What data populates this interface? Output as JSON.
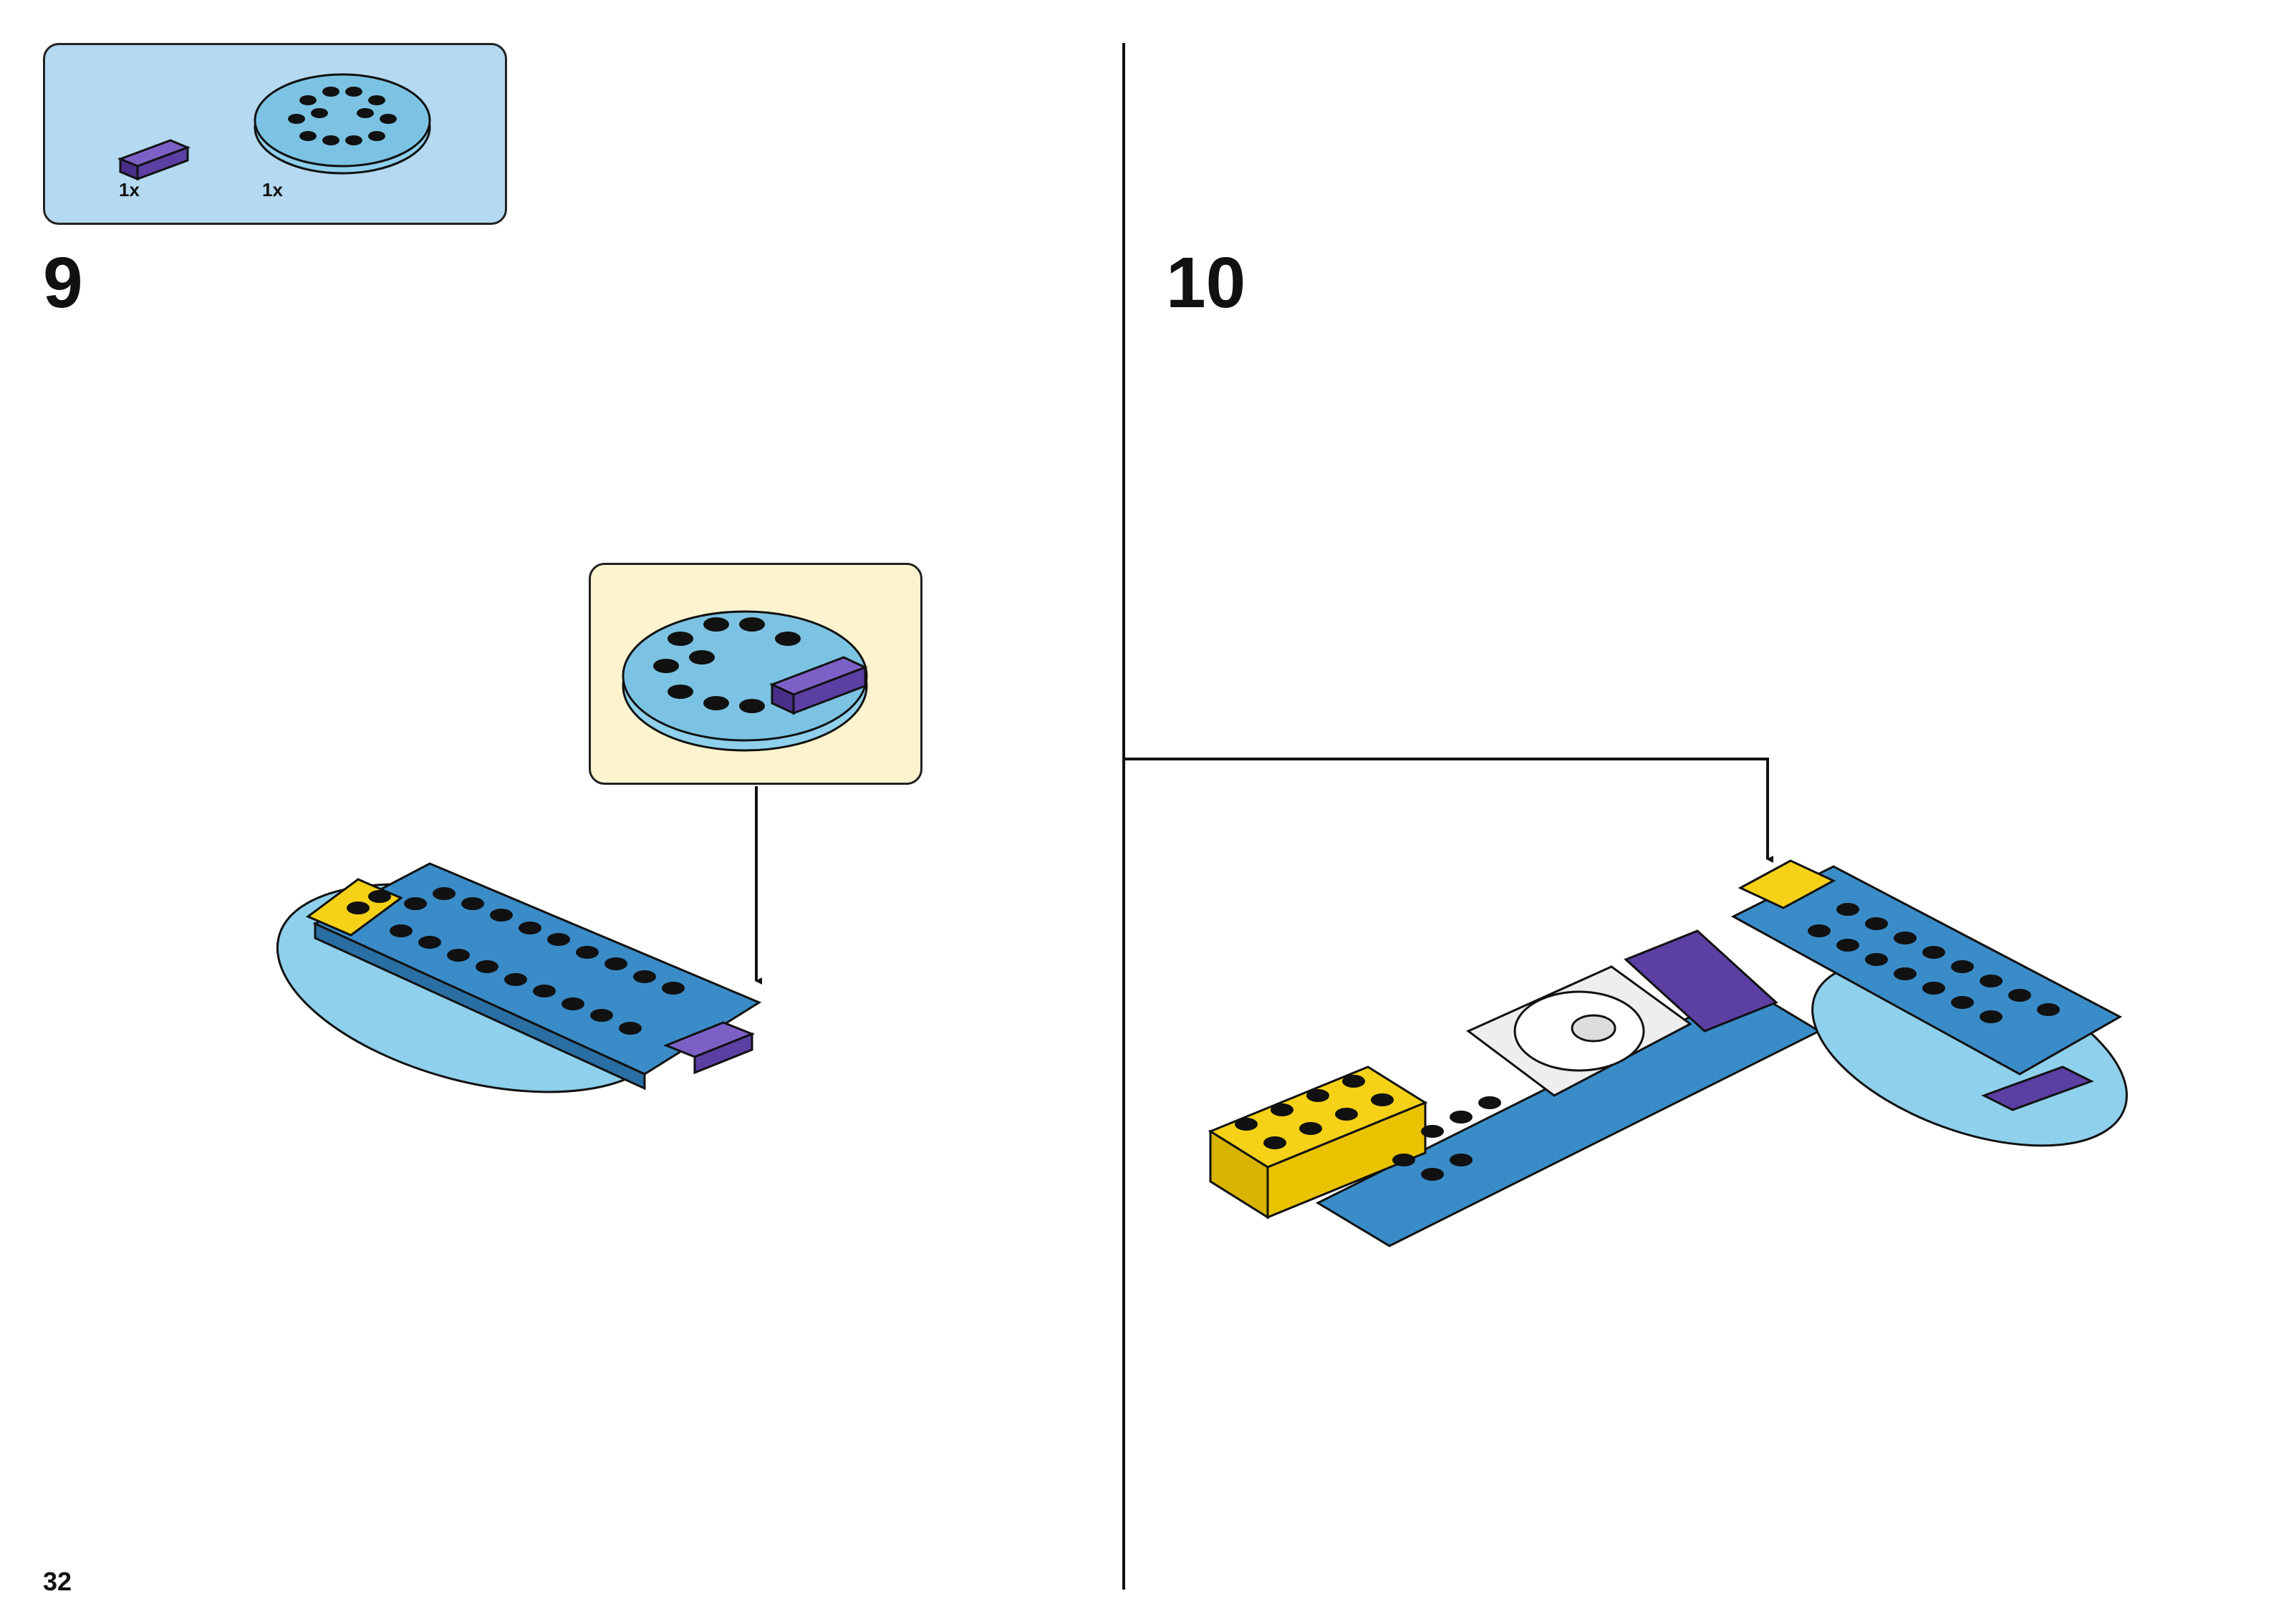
{
  "page": {
    "number": "32"
  },
  "parts_list": {
    "items": [
      {
        "icon": "purple-tile-icon",
        "qty": "1x",
        "color": "#5b3fa3"
      },
      {
        "icon": "light-blue-gear-plate-icon",
        "qty": "1x",
        "color": "#7cc3e3"
      }
    ]
  },
  "steps": [
    {
      "number": "9"
    },
    {
      "number": "10"
    }
  ],
  "colors": {
    "blue_plate": "#3a8cc8",
    "light_blue_gear": "#7cc3e3",
    "yellow_brick": "#f5d118",
    "purple_tile": "#5b3fa3",
    "white_turntable": "#eeeeee",
    "parts_box_bg": "#b4d9f0",
    "callout_bg": "#fdf4cf"
  }
}
